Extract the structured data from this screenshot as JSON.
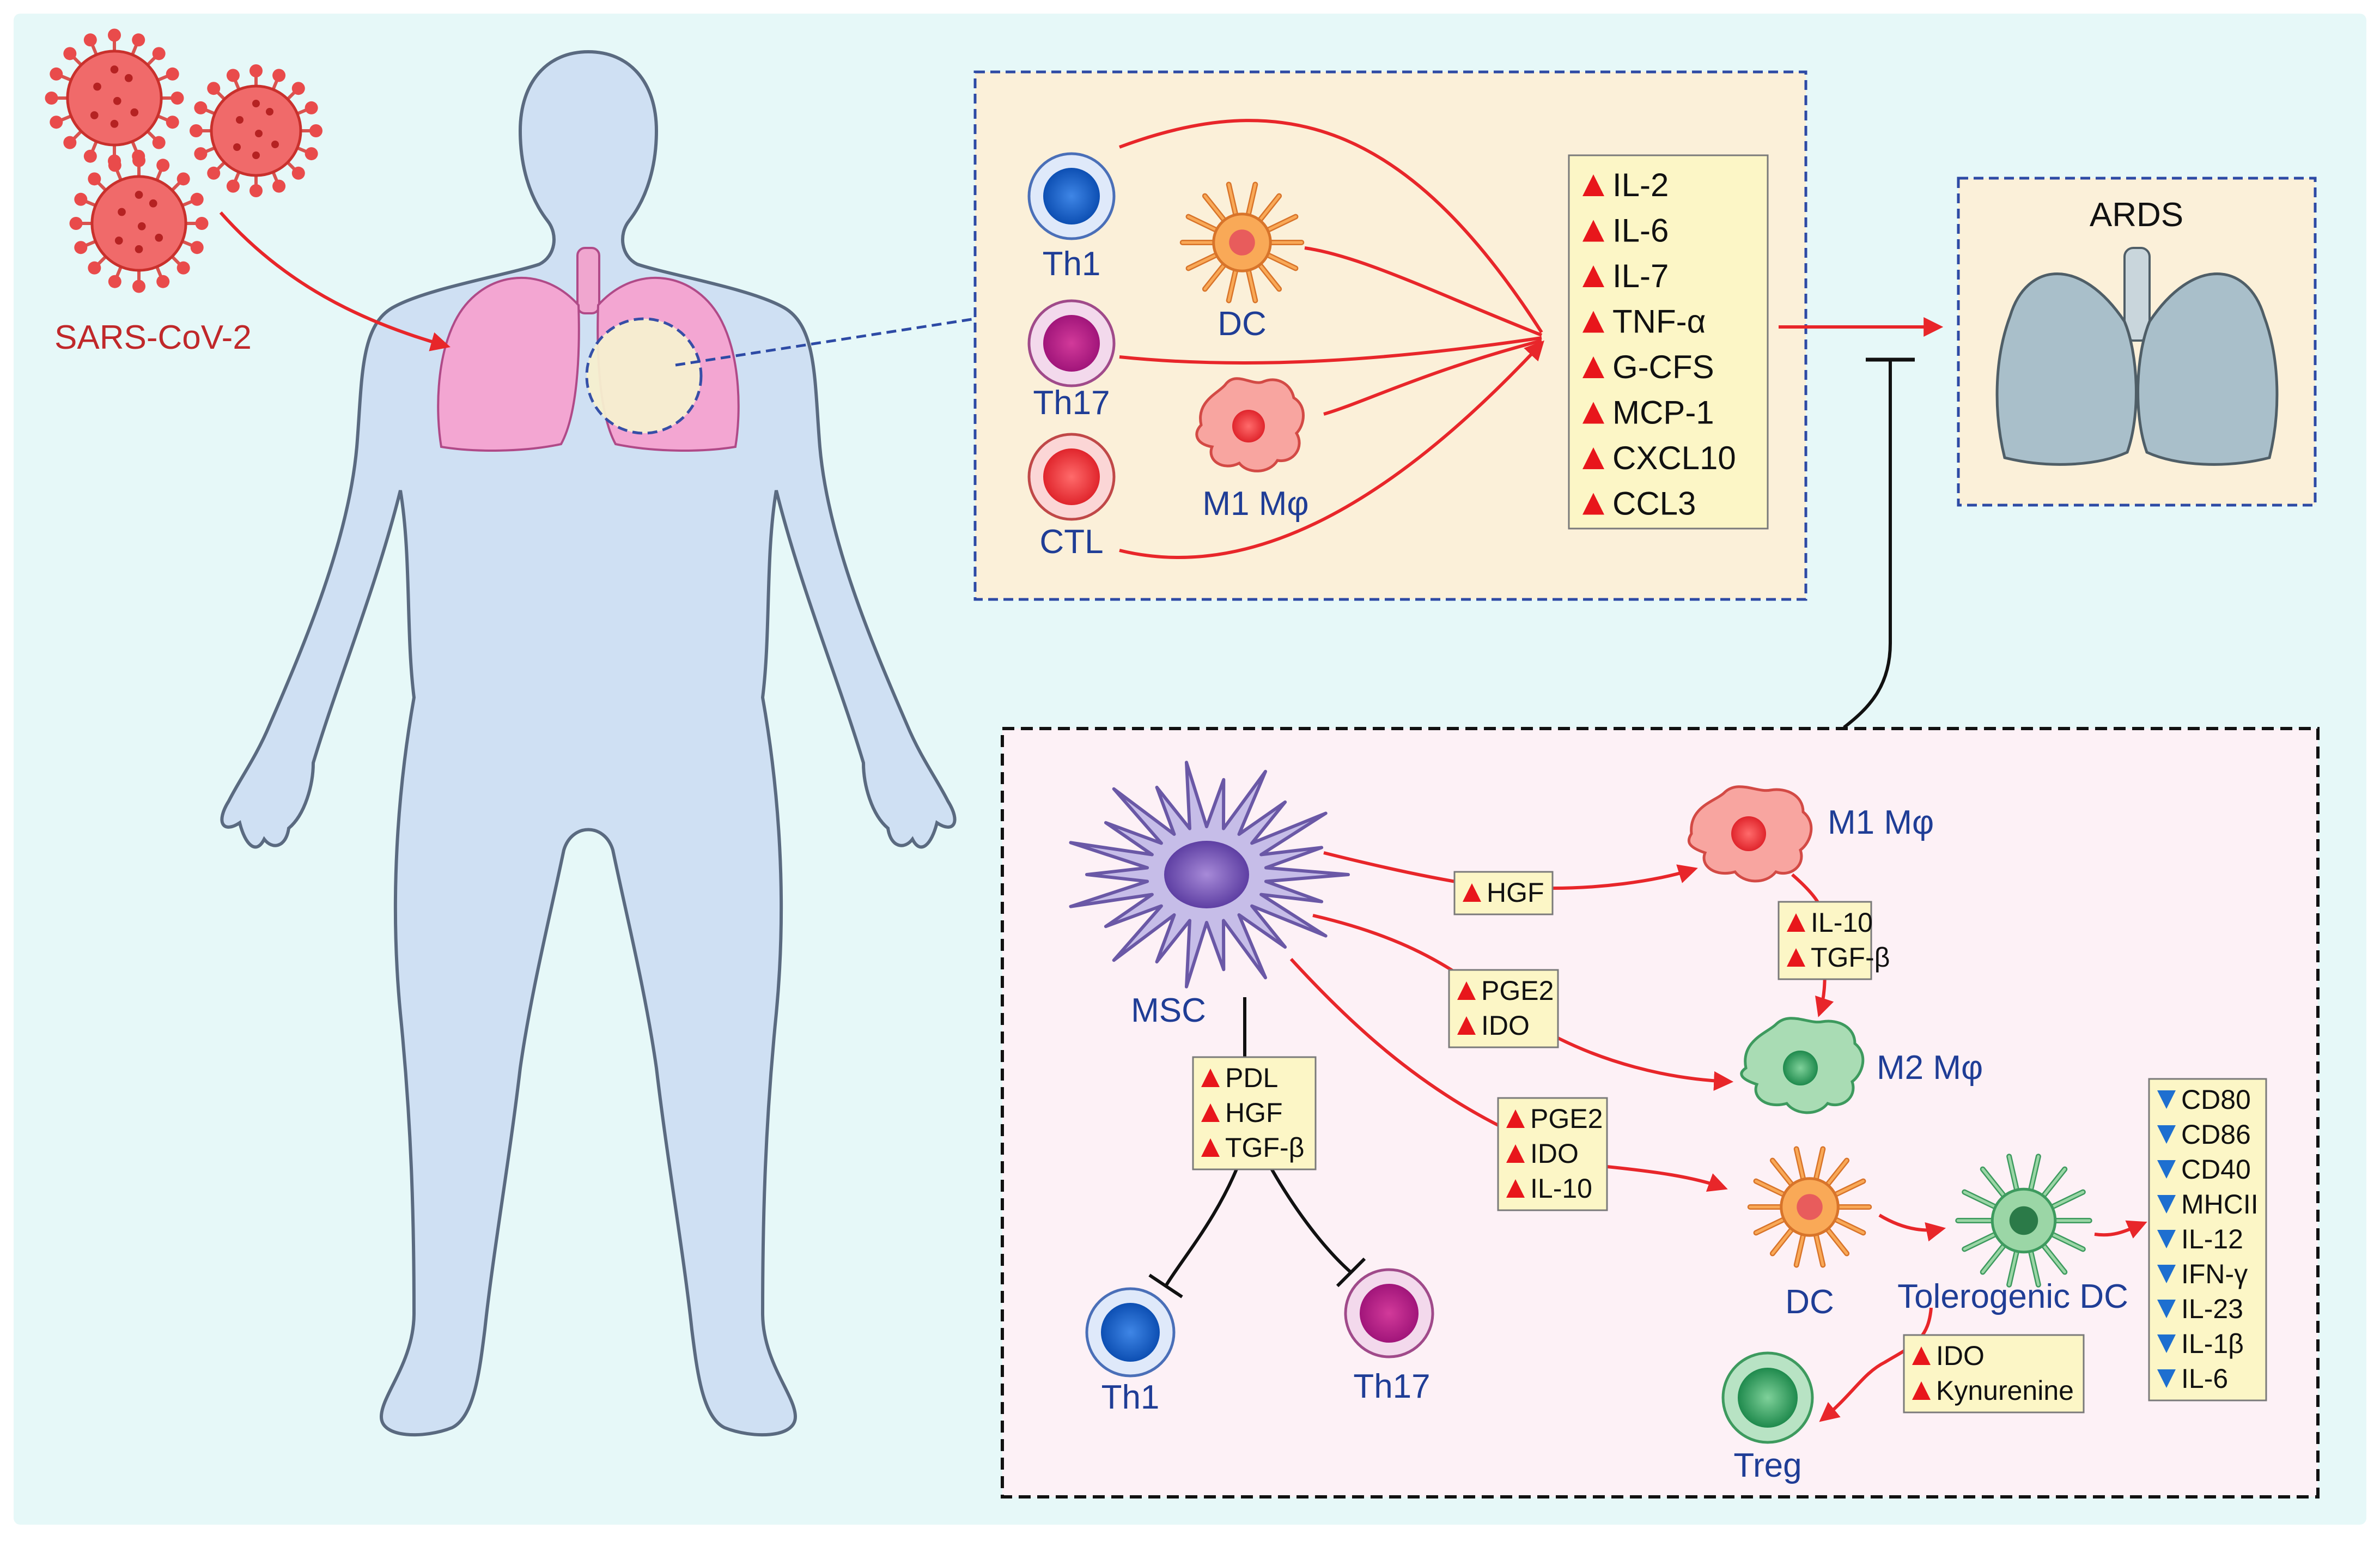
{
  "virus": {
    "label": "SARS-CoV-2"
  },
  "storm": {
    "cells": {
      "th1": "Th1",
      "th17": "Th17",
      "ctl": "CTL",
      "dc": "DC",
      "m1": "M1 Mφ"
    },
    "cytokines": [
      "IL-2",
      "IL-6",
      "IL-7",
      "TNF-α",
      "G-CFS",
      "MCP-1",
      "CXCL10",
      "CCL3"
    ]
  },
  "ards": {
    "title": "ARDS"
  },
  "msc": {
    "cells": {
      "msc": "MSC",
      "m1": "M1 Mφ",
      "m2": "M2 Mφ",
      "dc": "DC",
      "tol_dc": "Tolerogenic DC",
      "treg": "Treg",
      "th1": "Th1",
      "th17": "Th17"
    },
    "factors": {
      "hgf": [
        "HGF"
      ],
      "il10_tgf": [
        "IL-10",
        "TGF-β"
      ],
      "pge2_ido": [
        "PGE2",
        "IDO"
      ],
      "pge2_ido_il10": [
        "PGE2",
        "IDO",
        "IL-10"
      ],
      "pdl_hgf_tgf": [
        "PDL",
        "HGF",
        "TGF-β"
      ],
      "ido_kyn": [
        "IDO",
        "Kynurenine"
      ],
      "down_markers": [
        "CD80",
        "CD86",
        "CD40",
        "MHCII",
        "IL-12",
        "IFN-γ",
        "IL-23",
        "IL-1β",
        "IL-6"
      ]
    }
  },
  "colors": {
    "background": "#e6f8f8",
    "body": "#cfe0f3",
    "body_stroke": "#5a6a80",
    "storm_box_fill": "#fbf0d9",
    "msc_box_fill": "#fdf1f6",
    "arrow_red": "#e8262a",
    "label_blue": "#1f3d96",
    "label_red": "#c0282a",
    "up_marker": "#e8161b",
    "down_marker": "#1e6fd0"
  }
}
